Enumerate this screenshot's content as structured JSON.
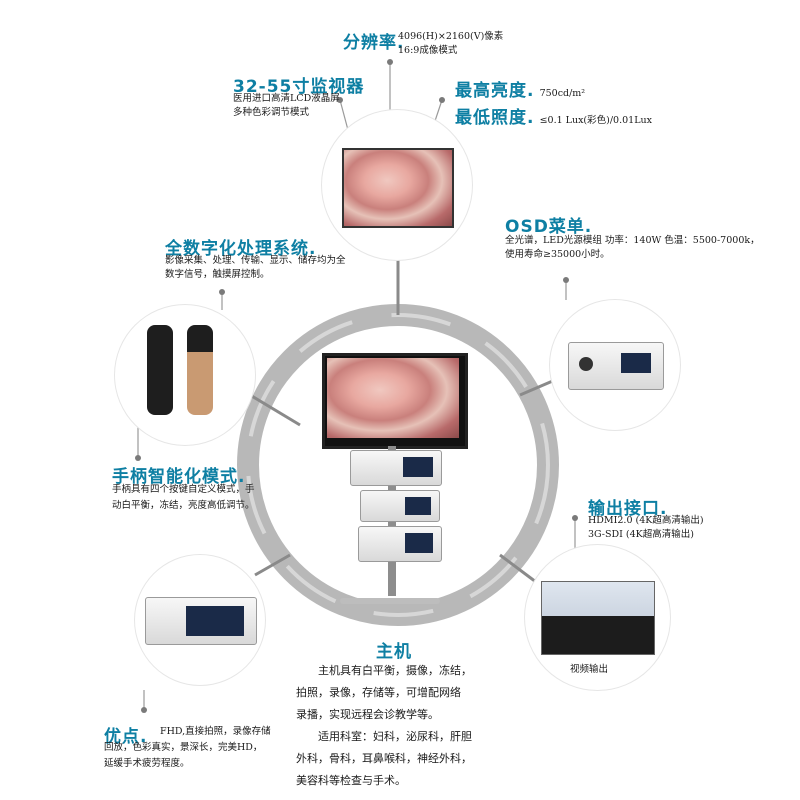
{
  "resolution": {
    "title": "分辨率.",
    "lines": [
      "4096(H)×2160(V)像素",
      "16:9成像模式"
    ]
  },
  "monitor": {
    "title": "32-55寸监视器",
    "lines": [
      "医用进口高清LCD液晶屏",
      "多种色彩调节模式"
    ]
  },
  "brightness": {
    "title_max": "最高亮度.",
    "value_max": "750cd/m²",
    "title_min": "最低照度.",
    "value_min": "≤0.1 Lux(彩色)/0.01Lux"
  },
  "digital": {
    "title": "全数字化处理系统.",
    "lines": [
      "影像采集、处理、传输、显示、储存均为全",
      "数字信号，触摸屏控制。"
    ]
  },
  "osd": {
    "title": "OSD菜单.",
    "lines": [
      "全光谱，LED光源模组 功率：140W  色温：5500-7000k，",
      "使用寿命≥35000小时。"
    ]
  },
  "handle": {
    "title": "手柄智能化模式.",
    "lines": [
      "手柄具有四个按键自定义模式，手",
      "动白平衡，冻结，亮度高低调节。"
    ]
  },
  "output": {
    "title": "输出接口.",
    "lines": [
      "HDMI2.0 (4K超高清输出)",
      "3G-SDI (4K超高清输出)"
    ],
    "caption": "视频输出"
  },
  "host": {
    "title": "主机",
    "para1": [
      "主机具有白平衡，摄像，冻结，",
      "拍照，录像，存储等，可增配网络",
      "录播，实现远程会诊教学等。"
    ],
    "para2": [
      "适用科室：妇科，泌尿科，肝胆",
      "外科，骨科，耳鼻喉科，神经外科，",
      "美容科等检查与手术。"
    ]
  },
  "advantages": {
    "title": "优点.",
    "lines": [
      "FHD,直接拍照，录像存储",
      "回放，色彩真实，景深长，完美HD，",
      "延缓手术疲劳程度。"
    ]
  },
  "colors": {
    "accent": "#0e7fa3",
    "ring": "#9e9e9e",
    "line": "#8a8a8a"
  }
}
